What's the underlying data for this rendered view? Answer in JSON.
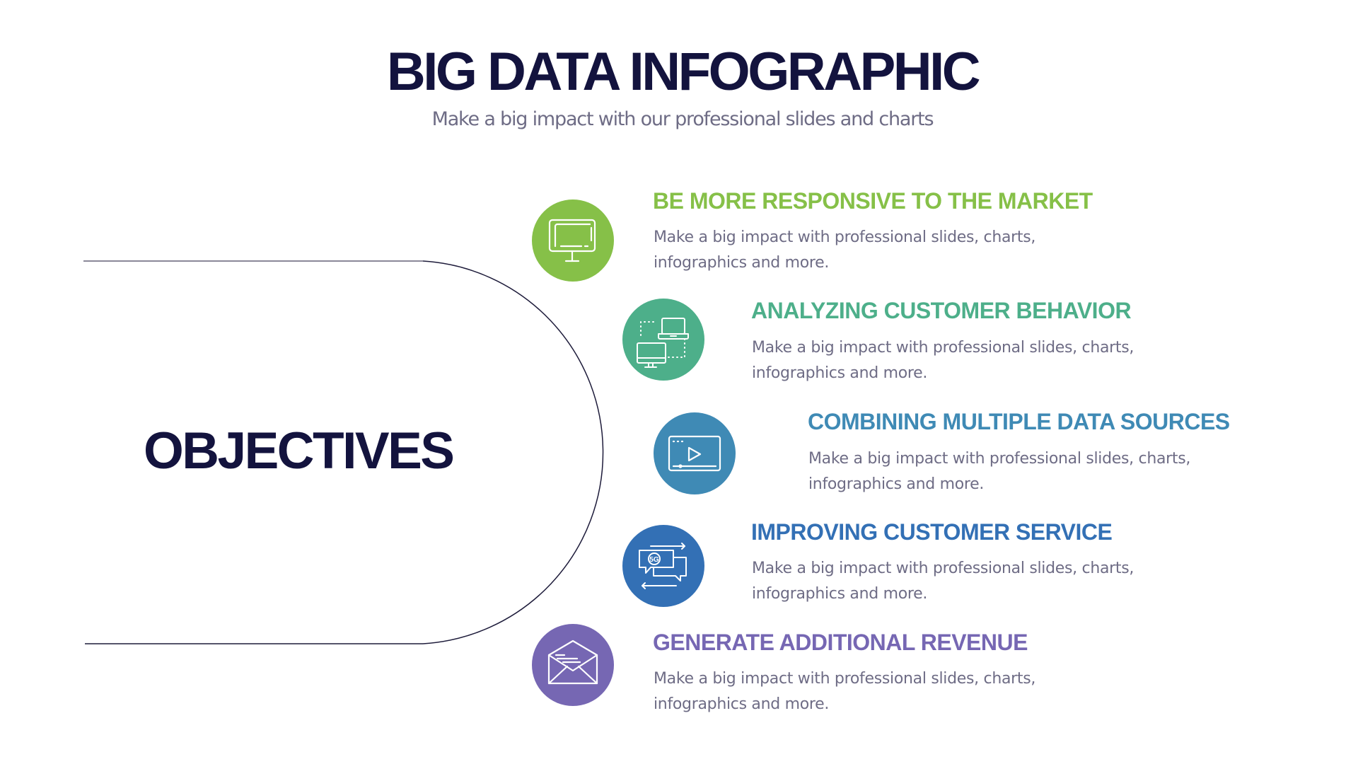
{
  "header": {
    "title": "BIG DATA INFOGRAPHIC",
    "subtitle": "Make a big impact with our professional slides and charts"
  },
  "center": {
    "label": "OBJECTIVES"
  },
  "items": [
    {
      "icon": "monitor-icon",
      "color": "#86c048",
      "title": "BE MORE RESPONSIVE TO THE MARKET",
      "description_line1": "Make a big impact with professional slides, charts,",
      "description_line2": "infographics and more."
    },
    {
      "icon": "connected-devices-icon",
      "color": "#4daf8a",
      "title": "ANALYZING CUSTOMER BEHAVIOR",
      "description_line1": "Make a big impact with professional slides, charts,",
      "description_line2": "infographics and more."
    },
    {
      "icon": "video-player-icon",
      "color": "#3f8ab5",
      "title": "COMBINING MULTIPLE DATA SOURCES",
      "description_line1": "Make a big impact with professional slides, charts,",
      "description_line2": "infographics and more."
    },
    {
      "icon": "chat-5g-icon",
      "color": "#3370b5",
      "icon_badge": "5G",
      "title": "IMPROVING CUSTOMER SERVICE",
      "description_line1": "Make a big impact with professional slides, charts,",
      "description_line2": "infographics and more."
    },
    {
      "icon": "open-envelope-icon",
      "color": "#7667b3",
      "title": "GENERATE ADDITIONAL REVENUE",
      "description_line1": "Make a big impact with professional slides, charts,",
      "description_line2": "infographics and more."
    }
  ]
}
